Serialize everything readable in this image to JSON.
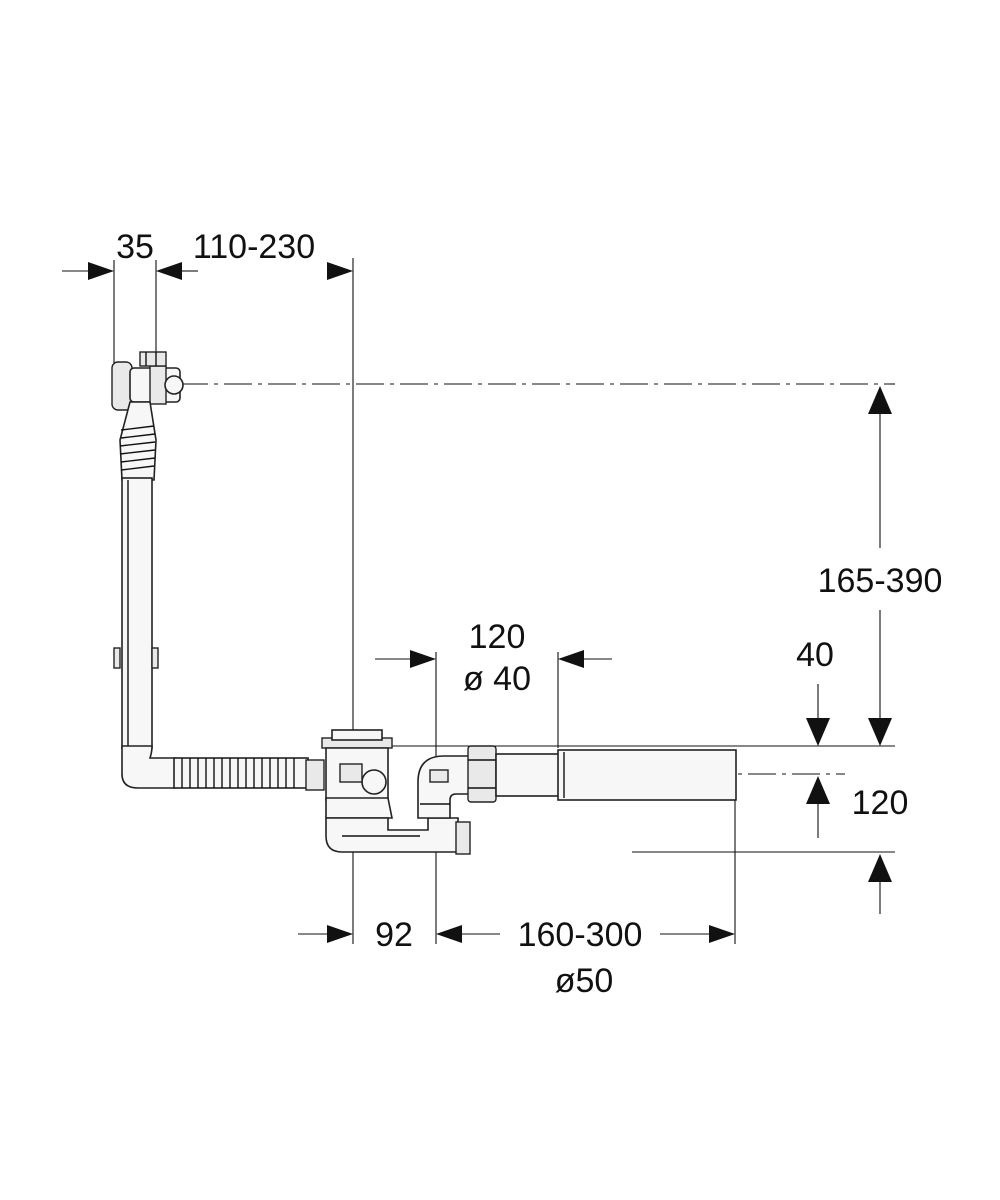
{
  "dimensions": {
    "d35": "35",
    "d110_230": "110-230",
    "d165_390": "165-390",
    "d120_top": "120",
    "d_phi40": "ø 40",
    "d40": "40",
    "d120_right": "120",
    "d92": "92",
    "d160_300": "160-300",
    "d_phi50": "ø50"
  }
}
